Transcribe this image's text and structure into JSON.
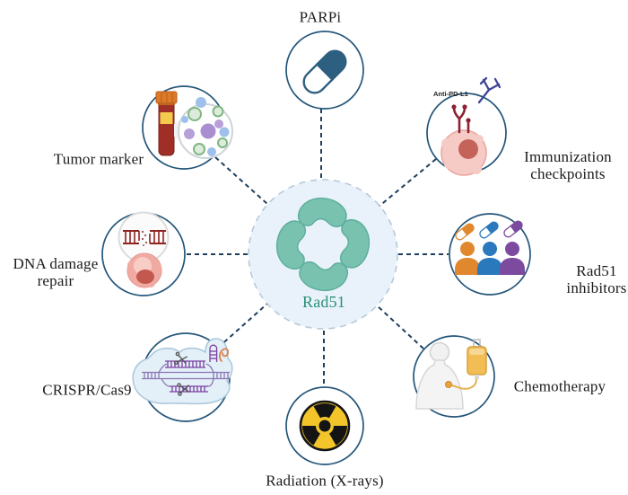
{
  "center": {
    "label": "Rad51"
  },
  "nodes": {
    "parpi": {
      "label": "PARPi"
    },
    "tumor_marker": {
      "label": "Tumor marker"
    },
    "immunization": {
      "label": "Immunization\ncheckpoints",
      "icon_label": "Anti-PD-L1"
    },
    "dna_repair": {
      "label": "DNA damage\nrepair"
    },
    "rad51_inhibitors": {
      "label": "Rad51\ninhibitors"
    },
    "crispr": {
      "label": "CRISPR/Cas9"
    },
    "chemotherapy": {
      "label": "Chemotherapy"
    },
    "radiation": {
      "label": "Radiation (X-rays)"
    }
  },
  "colors": {
    "node_border": "#24567a",
    "connector": "#1e3f5f",
    "center_fill": "#e9f2fa",
    "center_border": "#b7c9d9",
    "rad51_protein_teal": "#79c2b0",
    "rad51_text_teal": "#2a8f77",
    "capsule_blue": "#2d5f80",
    "radiation_yellow": "#f3c52a",
    "person_orange": "#e1882e",
    "person_blue": "#2b79bd",
    "person_purple": "#7c4a9e",
    "tumor_cell_pink": "#f7cbc5",
    "blood_red": "#9e2e26",
    "iv_bag_amber": "#f2bd55"
  }
}
